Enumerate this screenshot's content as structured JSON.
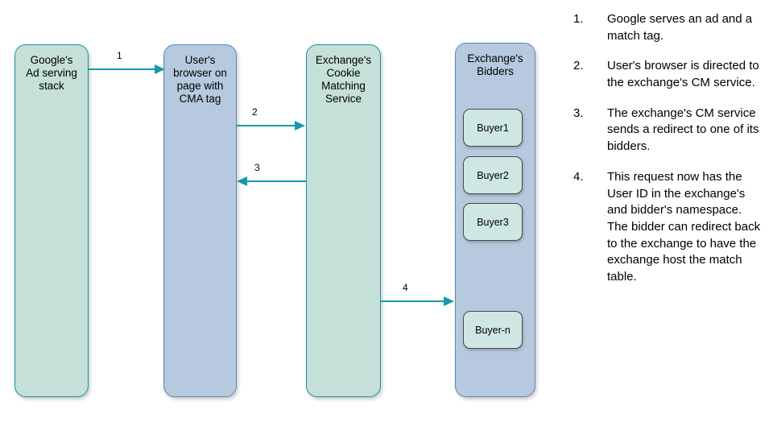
{
  "diagram": {
    "lanes": [
      {
        "id": "google",
        "label": "Google's\nAd serving\nstack",
        "fill": "#c5e0d8",
        "border": "#19929f"
      },
      {
        "id": "browser",
        "label": "User's\nbrowser on\npage with\nCMA tag",
        "fill": "#b7c9de",
        "border": "#5d86b8"
      },
      {
        "id": "cms",
        "label": "Exchange's\nCookie\nMatching\nService",
        "fill": "#c5e0d8",
        "border": "#19929f"
      },
      {
        "id": "bidders",
        "label": "Exchange's\nBidders",
        "fill": "#b7c9de",
        "border": "#5d86b8"
      }
    ],
    "buyers": [
      {
        "id": "buyer-1",
        "label": "Buyer1"
      },
      {
        "id": "buyer-2",
        "label": "Buyer2"
      },
      {
        "id": "buyer-3",
        "label": "Buyer3"
      },
      {
        "id": "buyer-n",
        "label": "Buyer-n"
      }
    ],
    "arrows": [
      {
        "id": "arrow-1",
        "number": "1",
        "from": "google",
        "to": "browser",
        "direction": "right"
      },
      {
        "id": "arrow-2",
        "number": "2",
        "from": "browser",
        "to": "cms",
        "direction": "right"
      },
      {
        "id": "arrow-3",
        "number": "3",
        "from": "cms",
        "to": "browser",
        "direction": "left"
      },
      {
        "id": "arrow-4",
        "number": "4",
        "from": "cms",
        "to": "bidders",
        "direction": "right"
      }
    ],
    "arrow_color": "#1799a8",
    "buyer_fill": "#cfe7e2",
    "buyer_border": "#4a4a4a"
  },
  "legend": {
    "items": [
      {
        "number": "1.",
        "text": "Google serves an ad and a match tag."
      },
      {
        "number": "2.",
        "text": "User's browser is directed to the exchange's CM service."
      },
      {
        "number": "3.",
        "text": "The exchange's CM service sends a redirect to one of its bidders."
      },
      {
        "number": "4.",
        "text": "This request now has the User ID in the exchange's and bidder's namespace. The bidder can redirect back to the exchange to have the exchange host the match table."
      }
    ]
  }
}
